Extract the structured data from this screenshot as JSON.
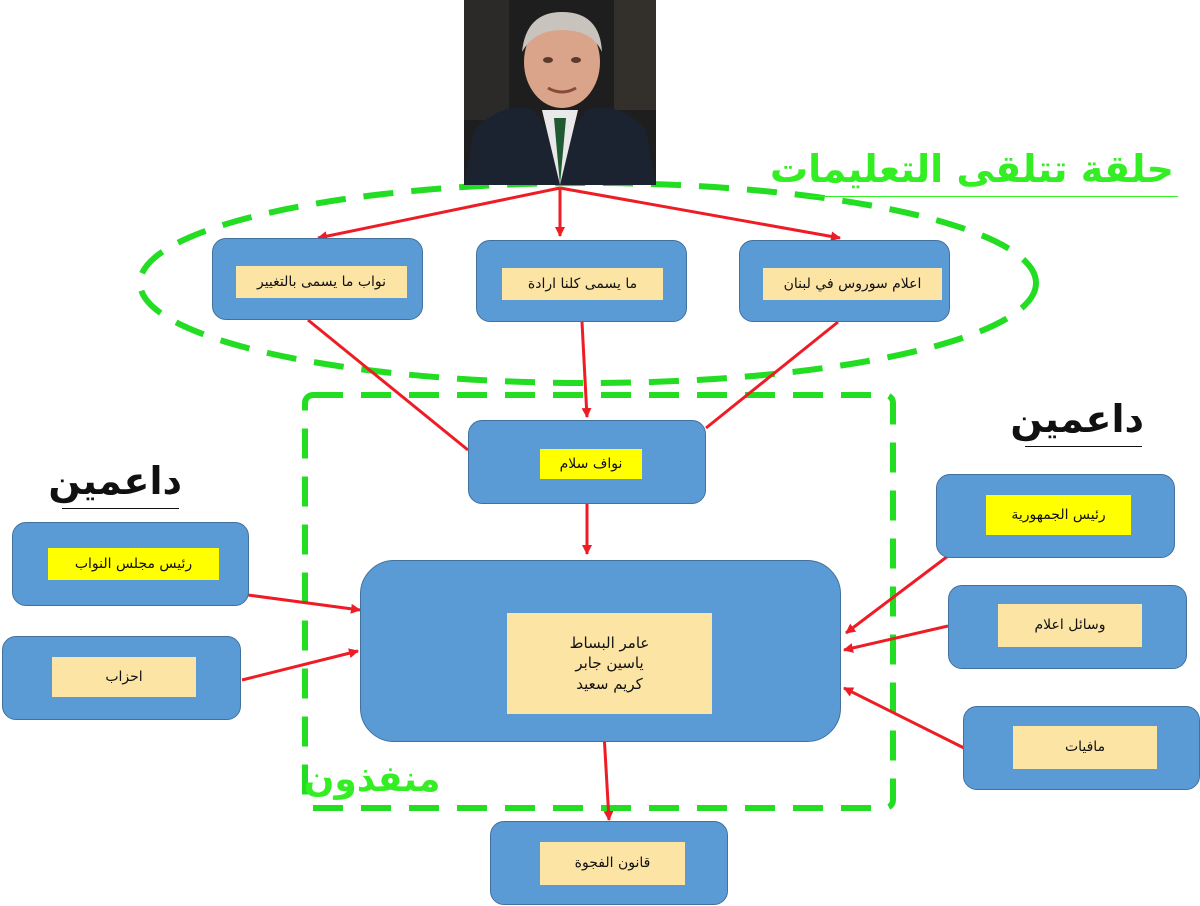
{
  "headings": {
    "instructions_circle": "حلقة تتلقى التعليمات",
    "supporters_right": "داعمين",
    "supporters_left": "داعمين",
    "executors": "منفذون"
  },
  "top_row": {
    "change_mps": "نواب ما يسمى بالتغيير",
    "kulluna_irada": "ما يسمى كلنا ارادة",
    "soros_media": "اعلام سوروس في لبنان"
  },
  "nawaf_salam": "نواف سلام",
  "executors_box": {
    "line1": "عامر البساط",
    "line2": "ياسين جابر",
    "line3": "كريم سعيد"
  },
  "left_supporters": {
    "parliament_speaker": "رئيس مجلس النواب",
    "parties": "احزاب"
  },
  "right_supporters": {
    "president": "رئيس الجمهورية",
    "media": "وسائل اعلام",
    "mafias": "مافيات"
  },
  "gap_law": "قانون الفجوة",
  "colors": {
    "box_fill": "#5b9bd5",
    "box_border": "#41719c",
    "arrow": "#ee1c25",
    "dashed_green": "#22dd22",
    "label_yellow": "#ffff00",
    "label_cream": "#fce4a5"
  }
}
